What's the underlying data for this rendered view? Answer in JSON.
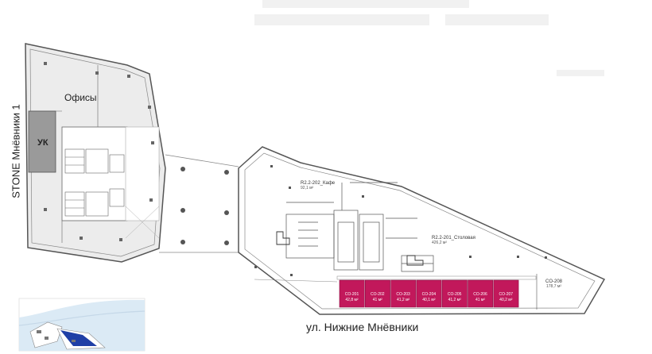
{
  "labels": {
    "street_left": "STONE Мнёвники 1",
    "street_bottom": "ул. Нижние Мнёвники",
    "offices": "Офисы",
    "uk": "УК"
  },
  "rooms": {
    "cafe": {
      "name": "R2.2-202_Кафе",
      "area": "92,1 м²"
    },
    "canteen": {
      "name": "R2.2-201_Столовая",
      "area": "426,2 м²"
    },
    "co208": {
      "name": "CO-208",
      "area": "178,7 м²"
    }
  },
  "units": [
    {
      "name": "CO-201",
      "area": "42,8 м²"
    },
    {
      "name": "CO-202",
      "area": "41 м²"
    },
    {
      "name": "CO-203",
      "area": "41,2 м²"
    },
    {
      "name": "CO-204",
      "area": "40,1 м²"
    },
    {
      "name": "CO-205",
      "area": "41,2 м²"
    },
    {
      "name": "CO-206",
      "area": "41 м²"
    },
    {
      "name": "CO-207",
      "area": "40,2 м²"
    }
  ],
  "colors": {
    "wall": "#555555",
    "left_block_fill": "#ebebeb",
    "uk_fill": "#9a9a9a",
    "unit_fill": "#c2185b",
    "unit_stroke": "#8e0f45",
    "map_water": "#dbeaf5",
    "map_selected": "#1f3fa6"
  }
}
